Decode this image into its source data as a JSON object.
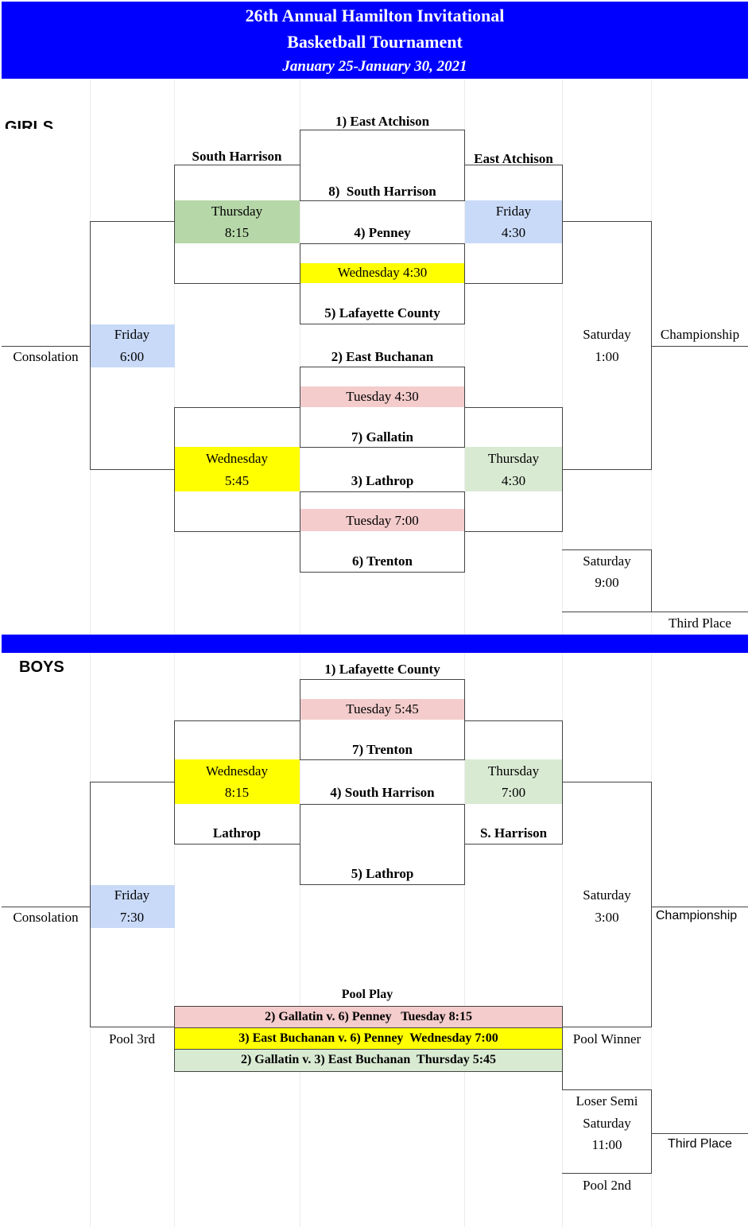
{
  "header": {
    "title_line1": "26th Annual Hamilton Invitational",
    "title_line2": "Basketball Tournament",
    "dates": "January 25-January 30, 2021"
  },
  "colors": {
    "banner": "#0000ff",
    "yellow": "#ffff00",
    "pink": "#f4cccc",
    "light_green": "#d9ead3",
    "green": "#b6d7a8",
    "light_blue": "#c9daf8"
  },
  "girls": {
    "heading": "GIRLS",
    "seeds": [
      "1) East Atchison",
      "8)  South Harrison",
      "4) Penney",
      "5) Lafayette County",
      "2) East Buchanan",
      "7) Gallatin",
      "3) Lathrop",
      "6) Trenton"
    ],
    "games": {
      "g1_day": "Wednesday 4:30",
      "g2_day": "Tuesday 4:30",
      "g3_day": "Tuesday 7:00",
      "semi1_day": "Thursday",
      "semi1_time": "8:15",
      "semi2_day": "Wednesday",
      "semi2_time": "5:45",
      "semi3_day": "Friday",
      "semi3_time": "4:30",
      "semi4_day": "Thursday",
      "semi4_time": "4:30",
      "consol_day": "Friday",
      "consol_time": "6:00",
      "champ_day": "Saturday",
      "champ_time": "1:00",
      "third_day": "Saturday",
      "third_time": "9:00"
    },
    "winners": {
      "left_top": "South Harrison",
      "right_top": "East Atchison"
    },
    "labels": {
      "consolation": "Consolation",
      "championship": "Championship",
      "third_place": "Third Place"
    }
  },
  "boys": {
    "heading": "BOYS",
    "seeds": [
      "1) Lafayette County",
      "7) Trenton",
      "4) South Harrison",
      "5) Lathrop"
    ],
    "games": {
      "g1_day": "Tuesday 5:45",
      "semi1_day": "Wednesday",
      "semi1_time": "8:15",
      "semi2_day": "Thursday",
      "semi2_time": "7:00",
      "consol_day": "Friday",
      "consol_time": "7:30",
      "champ_day": "Saturday",
      "champ_time": "3:00",
      "third_label": "Loser Semi",
      "third_day": "Saturday",
      "third_time": "11:00"
    },
    "winners": {
      "left": "Lathrop",
      "right": "S. Harrison"
    },
    "pool": {
      "title": "Pool Play",
      "games": [
        "2) Gallatin v. 6) Penney   Tuesday 8:15",
        "3) East Buchanan v. 6) Penney  Wednesday 7:00",
        "2) Gallatin v. 3) East Buchanan  Thursday 5:45"
      ],
      "pool_3rd": "Pool 3rd",
      "pool_winner": "Pool Winner",
      "pool_2nd": "Pool 2nd"
    },
    "labels": {
      "consolation": "Consolation",
      "championship": "Championship",
      "third_place": "Third Place"
    }
  }
}
